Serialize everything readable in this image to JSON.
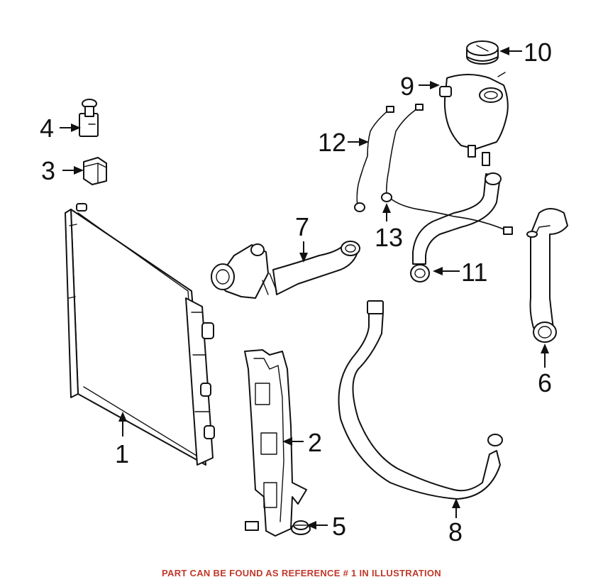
{
  "diagram": {
    "callouts": [
      {
        "id": "1",
        "label": "1"
      },
      {
        "id": "2",
        "label": "2"
      },
      {
        "id": "3",
        "label": "3"
      },
      {
        "id": "4",
        "label": "4"
      },
      {
        "id": "5",
        "label": "5"
      },
      {
        "id": "6",
        "label": "6"
      },
      {
        "id": "7",
        "label": "7"
      },
      {
        "id": "8",
        "label": "8"
      },
      {
        "id": "9",
        "label": "9"
      },
      {
        "id": "10",
        "label": "10"
      },
      {
        "id": "11",
        "label": "11"
      },
      {
        "id": "12",
        "label": "12"
      },
      {
        "id": "13",
        "label": "13"
      }
    ]
  },
  "footer": {
    "note": "PART CAN BE FOUND AS REFERENCE # 1 IN ILLUSTRATION",
    "color": "#c0392b"
  }
}
